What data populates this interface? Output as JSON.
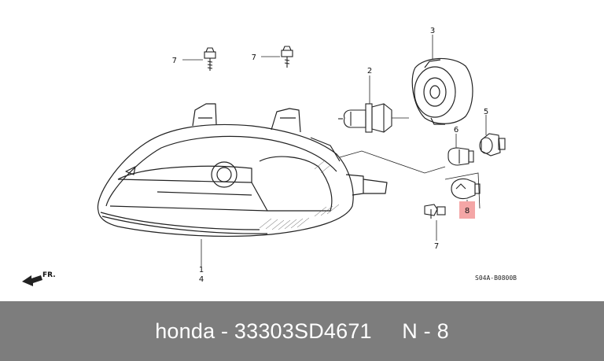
{
  "diagram": {
    "callouts": {
      "bolt_top_left": "7",
      "bolt_top_right": "7",
      "bulb_halogen": "2",
      "bulb_socket_cover": "3",
      "socket_lower_left": "1",
      "headlight_assembly": "4",
      "side_bulb_socket": "5",
      "wedge_bulb": "6",
      "bolt_bottom": "7",
      "highlighted_part": "8"
    },
    "front_marker": "FR.",
    "diagram_code": "S04A-B0800B",
    "highlight_color": "#f4a6a6"
  },
  "footer": {
    "brand": "honda",
    "separator": " - ",
    "part_number": "33303SD4671",
    "gap": "     ",
    "ref": "N - 8"
  }
}
